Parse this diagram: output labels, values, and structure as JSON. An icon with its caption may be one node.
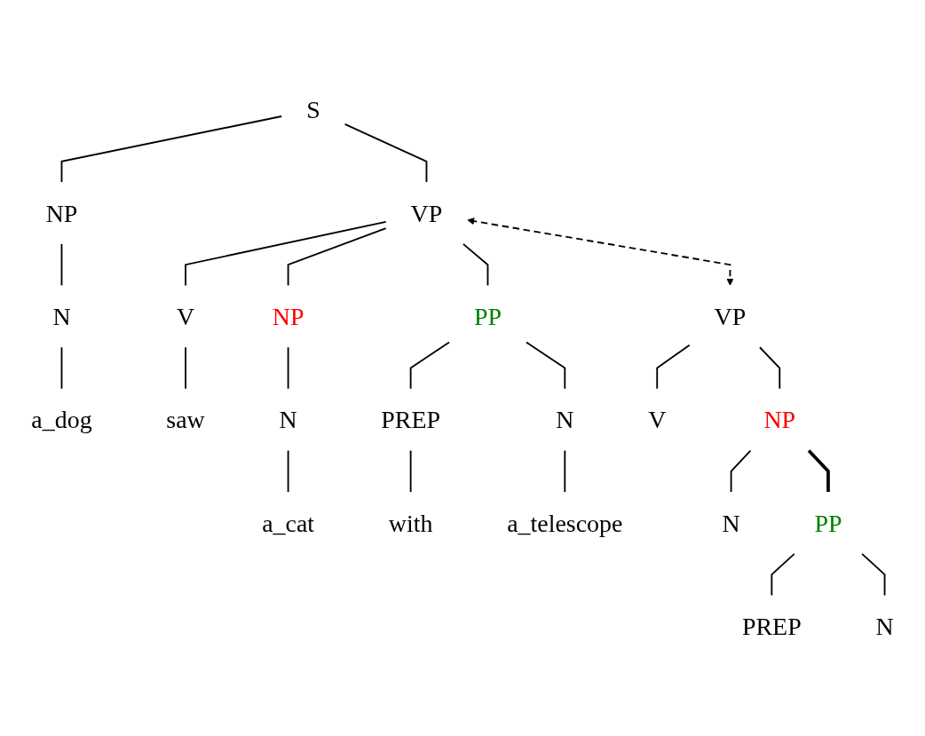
{
  "diagram": {
    "nodes": [
      {
        "text": [
          "S"
        ]
      },
      {
        "text": [
          "VP"
        ]
      },
      {
        "text": [
          "NP"
        ]
      },
      {
        "text": [
          "NP"
        ]
      },
      {
        "text": [
          "PP"
        ]
      },
      {
        "text": [
          "N"
        ]
      },
      {
        "text": [
          "V"
        ]
      },
      {
        "text": [
          "N"
        ]
      },
      {
        "text": [
          "PREP"
        ]
      },
      {
        "text": [
          "N"
        ]
      },
      {
        "text": [
          "a_dog"
        ]
      },
      {
        "text": [
          "saw"
        ]
      },
      {
        "text": [
          "a_cat"
        ]
      },
      {
        "text": [
          "with"
        ]
      },
      {
        "text": [
          "a_telescope"
        ]
      },
      {
        "text": [
          "VP"
        ]
      },
      {
        "text": [
          "NP"
        ]
      },
      {
        "text": [
          "V"
        ]
      },
      {
        "text": [
          "N"
        ]
      },
      {
        "text": [
          "PP"
        ]
      },
      {
        "text": [
          "PREP"
        ]
      },
      {
        "text": [
          "N"
        ]
      }
    ],
    "edges": [
      {
        "from": 0,
        "to": 2,
        "arrow": "none"
      },
      {
        "from": 0,
        "to": 1,
        "arrow": "none"
      },
      {
        "from": 1,
        "to": 6,
        "arrow": "none"
      },
      {
        "from": 1,
        "to": 3,
        "arrow": "none"
      },
      {
        "from": 1,
        "to": 4,
        "arrow": "none"
      },
      {
        "from": 2,
        "to": 5,
        "arrow": "none"
      },
      {
        "from": 3,
        "to": 7,
        "arrow": "none"
      },
      {
        "from": 4,
        "to": 8,
        "arrow": "none"
      },
      {
        "from": 4,
        "to": 9,
        "arrow": "none"
      },
      {
        "from": 5,
        "to": 10,
        "arrow": "none"
      },
      {
        "from": 6,
        "to": 11,
        "arrow": "none"
      },
      {
        "from": 7,
        "to": 12,
        "arrow": "none"
      },
      {
        "from": 8,
        "to": 13,
        "arrow": "none"
      },
      {
        "from": 9,
        "to": 14,
        "arrow": "none"
      },
      {
        "from": 1,
        "to": 15,
        "arrow": "both",
        "style": "dashed"
      },
      {
        "from": 15,
        "to": 17,
        "arrow": "none"
      },
      {
        "from": 15,
        "to": 16,
        "arrow": "none"
      },
      {
        "from": 16,
        "to": 18,
        "arrow": "none"
      },
      {
        "from": 16,
        "to": 19,
        "arrow": "none",
        "style": "thick"
      },
      {
        "from": 19,
        "to": 20,
        "arrow": "none"
      },
      {
        "from": 19,
        "to": 21,
        "arrow": "none"
      }
    ]
  }
}
